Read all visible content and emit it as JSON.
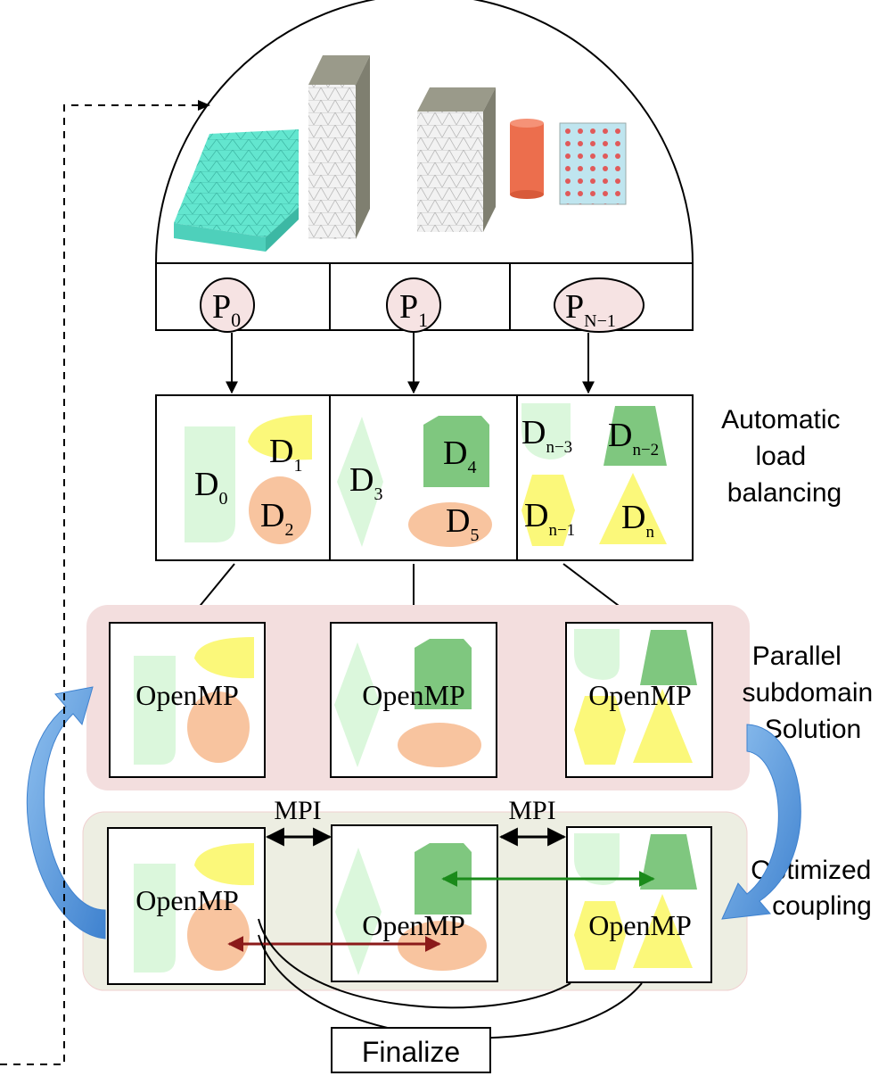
{
  "processes": [
    {
      "letter": "P",
      "sub": "0"
    },
    {
      "letter": "P",
      "sub": "1"
    },
    {
      "letter": "P",
      "sub": "N−1"
    }
  ],
  "domains": [
    {
      "letter": "D",
      "sub": "0"
    },
    {
      "letter": "D",
      "sub": "1"
    },
    {
      "letter": "D",
      "sub": "2"
    },
    {
      "letter": "D",
      "sub": "3"
    },
    {
      "letter": "D",
      "sub": "4"
    },
    {
      "letter": "D",
      "sub": "5"
    },
    {
      "letter": "D",
      "sub": "n−3"
    },
    {
      "letter": "D",
      "sub": "n−2"
    },
    {
      "letter": "D",
      "sub": "n−1"
    },
    {
      "letter": "D",
      "sub": "n"
    }
  ],
  "side_labels": {
    "load_balancing": [
      "Automatic",
      "load",
      "balancing"
    ],
    "parallel": [
      "Parallel",
      "subdomain",
      "Solution"
    ],
    "coupling": [
      "Optimized",
      "coupling"
    ]
  },
  "openmp_label": "OpenMP",
  "mpi_label": "MPI",
  "finalize_label": "Finalize",
  "colors": {
    "process_circle": "#f6e3e3",
    "parallel_panel": "#f3dede",
    "coupling_panel": "#edeee2",
    "shape_light_green": "#dbf7dc",
    "shape_yellow": "#fbf87a",
    "shape_orange": "#f8c49f",
    "shape_dark_green": "#7fc77f",
    "arrow_dark_red": "#8b1a1a",
    "arrow_green": "#1a8a1a",
    "curved_arrow_blue": "#5b9bd5",
    "mesh_teal": "#63e6cf",
    "mesh_red": "#ec6e4d"
  }
}
